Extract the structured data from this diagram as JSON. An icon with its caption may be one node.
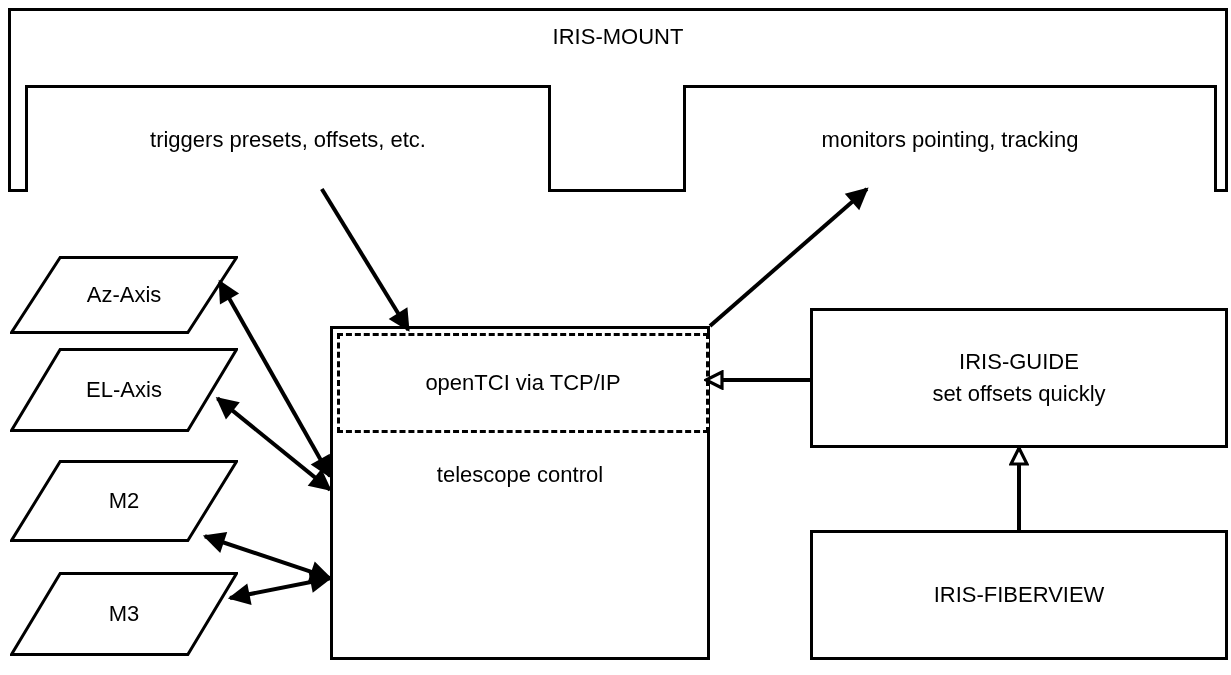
{
  "diagram": {
    "nodes": [
      {
        "text": [
          "IRIS-MOUNT"
        ]
      },
      {
        "text": [
          "triggers presets, offsets, etc."
        ],
        "in": 0
      },
      {
        "text": [
          "monitors pointing, tracking"
        ],
        "in": 0
      },
      {
        "text": [
          "Az-Axis"
        ]
      },
      {
        "text": [
          "EL-Axis"
        ]
      },
      {
        "text": [
          "M2"
        ]
      },
      {
        "text": [
          "M3"
        ]
      },
      {
        "text": [
          "telescope control"
        ]
      },
      {
        "text": [
          "openTCI via TCP/IP"
        ],
        "in": 7
      },
      {
        "text": [
          "IRIS-GUIDE",
          "set offsets quickly"
        ]
      },
      {
        "text": [
          "IRIS-FIBERVIEW"
        ]
      }
    ],
    "edges": [
      {
        "from": 1,
        "to": 8,
        "arrow": "to"
      },
      {
        "from": 7,
        "to": 2,
        "arrow": "to"
      },
      {
        "from": 3,
        "to": 7,
        "arrow": "both"
      },
      {
        "from": 4,
        "to": 7,
        "arrow": "both"
      },
      {
        "from": 5,
        "to": 7,
        "arrow": "both"
      },
      {
        "from": 6,
        "to": 7,
        "arrow": "both"
      },
      {
        "from": 9,
        "to": 8,
        "arrow": "to"
      },
      {
        "from": 10,
        "to": 9,
        "arrow": "to"
      }
    ]
  }
}
